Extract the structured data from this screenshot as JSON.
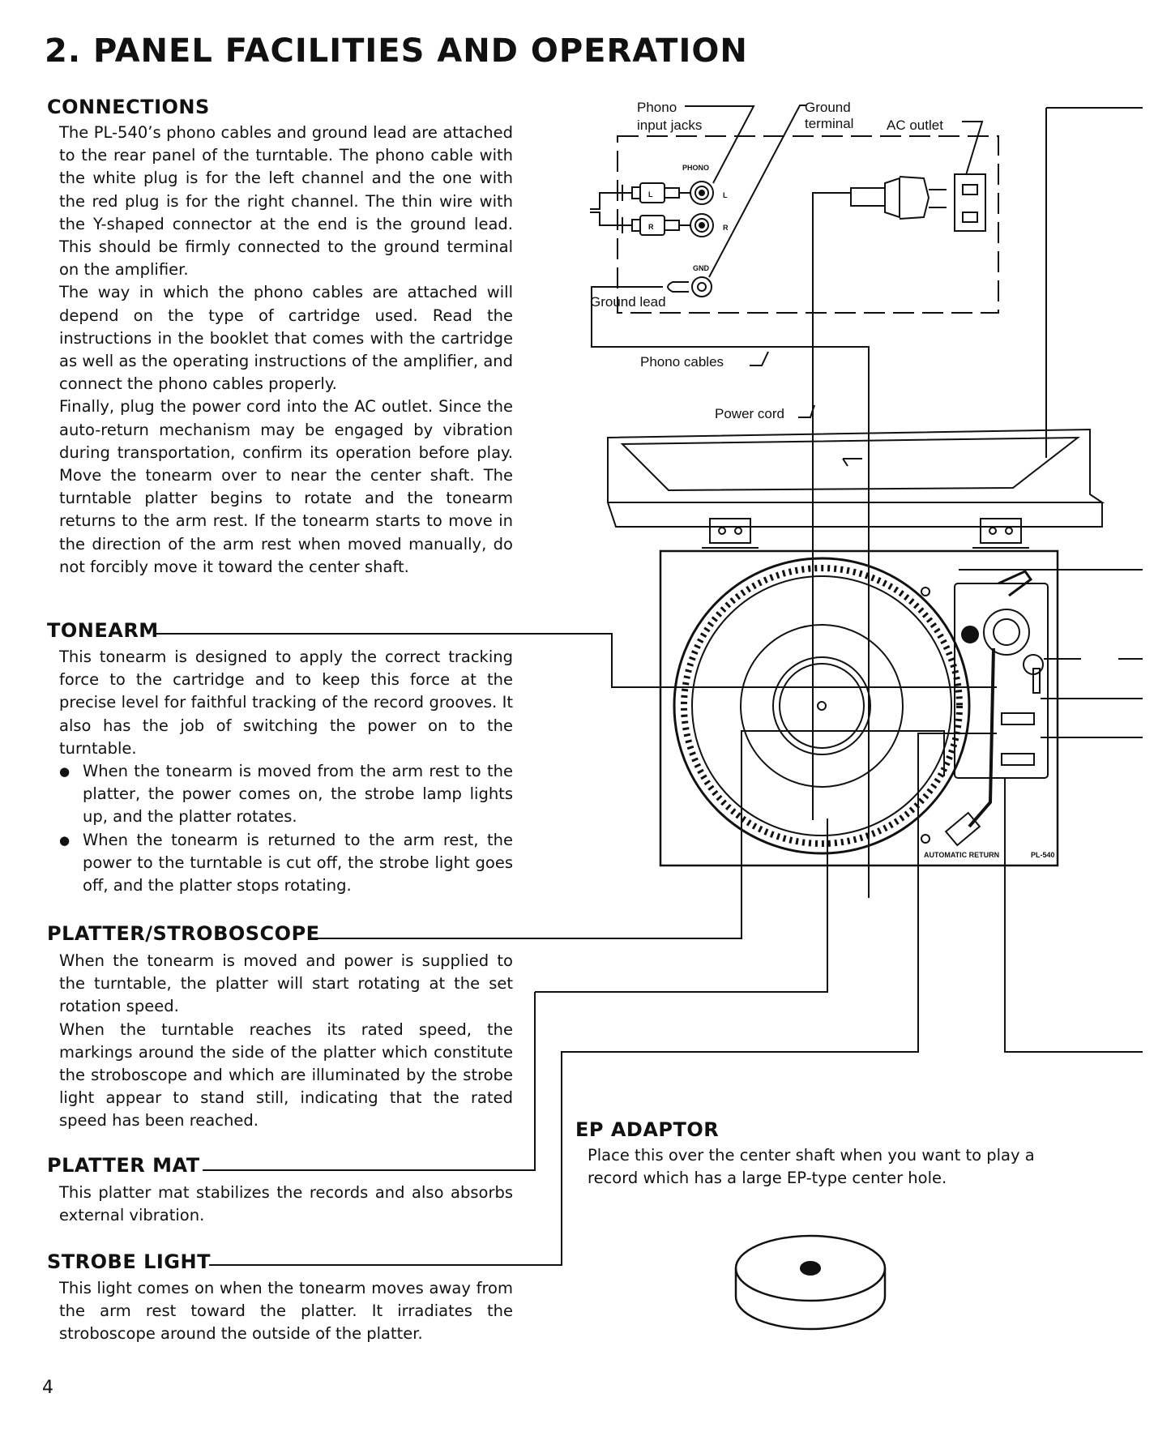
{
  "page": {
    "title": "2. PANEL FACILITIES AND OPERATION",
    "page_number": "4"
  },
  "sections": {
    "connections": {
      "heading": "CONNECTIONS",
      "paragraphs": [
        "The PL-540’s phono cables and ground lead are attached to the rear panel of the turntable. The phono cable with the white plug is for the left channel and the one with the red plug is for the right channel. The thin wire with the Y-shaped connector at the end is the ground lead. This should be firmly connected to the ground terminal on the amplifier.",
        "The way in which the phono cables are attached will depend on the type of cartridge used. Read the instructions in the booklet that comes with the cartridge as well as the operating instructions of the amplifier, and connect the phono cables properly.",
        "Finally, plug the power cord into the AC outlet. Since the auto-return mechanism may be engaged by vibration during transportation, confirm its operation before play. Move the tonearm over to near the center shaft. The turntable platter begins to rotate and the tonearm returns to the arm rest. If the tonearm starts to move in the direction of the arm rest when moved manually, do not forcibly move it toward the center shaft."
      ]
    },
    "tonearm": {
      "heading": "TONEARM",
      "intro": "This tonearm is designed to apply the correct tracking force to the cartridge and to keep this force at the precise level for faithful tracking of the record grooves. It also has the job of switching the power on to the turntable.",
      "bullets": [
        "When the tonearm is moved from the arm rest to the platter, the power comes on, the strobe lamp lights up, and the platter rotates.",
        "When the tonearm is returned to the arm rest, the power to the turntable is cut off, the strobe light goes off, and the platter stops rotating."
      ]
    },
    "platter": {
      "heading": "PLATTER/STROBOSCOPE",
      "paragraphs": [
        "When the tonearm is moved and power is supplied to the turntable, the platter will start rotating at the set rotation speed.",
        "When the turntable reaches its rated speed, the markings around the side of the platter which constitute the stroboscope and which are illuminated by the strobe light appear to stand still, indicating that the rated speed has been reached."
      ]
    },
    "platter_mat": {
      "heading": "PLATTER MAT",
      "text": "This platter mat stabilizes the records and also absorbs external vibration."
    },
    "strobe_light": {
      "heading": "STROBE LIGHT",
      "text": "This light comes on when the tonearm moves away from the arm rest toward the platter. It irradiates the stroboscope around the outside of the platter."
    },
    "ep_adaptor": {
      "heading": "EP ADAPTOR",
      "text": "Place this over the center shaft when you want to play a record which has a large EP-type center hole."
    }
  },
  "diagram": {
    "labels": {
      "phono_input_jacks": [
        "Phono",
        "input jacks"
      ],
      "ground_terminal": [
        "Ground",
        "terminal"
      ],
      "ac_outlet": "AC outlet",
      "ground_lead": "Ground lead",
      "phono_cables": "Phono cables",
      "power_cord": "Power cord",
      "panel_phono": "PHONO",
      "panel_l": "L",
      "panel_r": "R",
      "panel_gnd": "GND",
      "plug_l": "L",
      "plug_r": "R",
      "model_plate": "AUTOMATIC RETURN",
      "model_no": "PL-540"
    }
  }
}
